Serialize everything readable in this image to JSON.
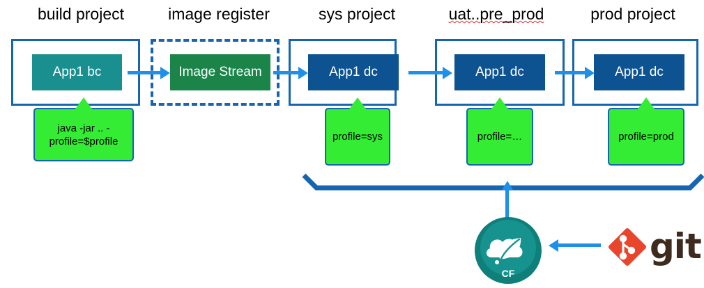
{
  "diagram": {
    "title": "OpenShift multi-project promotion pipeline with Spring Cloud Config",
    "colors": {
      "container_border": "#1565b0",
      "arrow": "#1e90e8",
      "build_node": "#1a8f8f",
      "image_node": "#1a8449",
      "deploy_node": "#0d5291",
      "callout_fill": "#33ec33",
      "callout_border": "#1565b0",
      "cf_teal": "#17938f",
      "cf_ring": "#0f7f7a",
      "git_orange": "#e8452c",
      "git_text": "#3f2b1d"
    }
  },
  "columns": [
    {
      "title": "build project",
      "misspelled": false
    },
    {
      "title": "image register",
      "misspelled": false
    },
    {
      "title": "sys project",
      "misspelled": false
    },
    {
      "title": "uat..pre_prod",
      "misspelled": true
    },
    {
      "title": "prod project",
      "misspelled": false
    }
  ],
  "nodes": [
    {
      "label": "App1 bc",
      "kind": "build-config"
    },
    {
      "label": "Image Stream",
      "kind": "image-stream"
    },
    {
      "label": "App1 dc",
      "kind": "deployment-config"
    },
    {
      "label": "App1 dc",
      "kind": "deployment-config"
    },
    {
      "label": "App1 dc",
      "kind": "deployment-config"
    }
  ],
  "callouts": [
    {
      "text": "java -jar .. -profile=$profile"
    },
    {
      "text": "profile=sys"
    },
    {
      "text": "profile=…"
    },
    {
      "text": "profile=prod"
    }
  ],
  "logos": {
    "config_server": {
      "name": "spring-cloud-config-logo",
      "label": "CF"
    },
    "git": {
      "name": "git-logo",
      "label": "git"
    }
  }
}
